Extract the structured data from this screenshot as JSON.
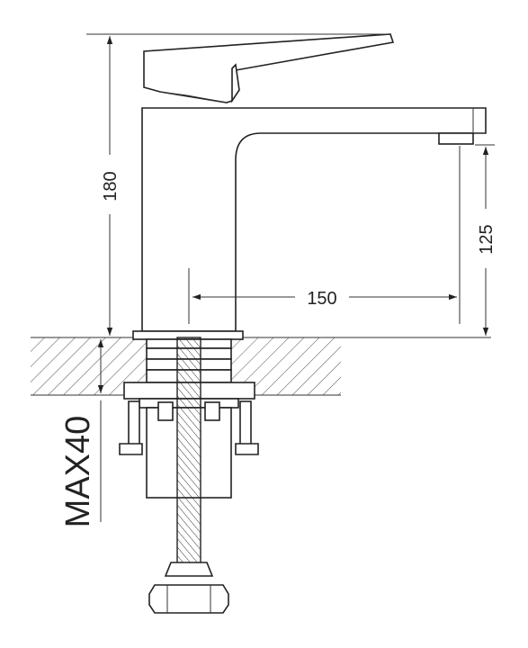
{
  "dimensions": {
    "height_total": "180",
    "spout_height": "125",
    "spout_reach": "150",
    "max_mount_thickness": "MAX40"
  },
  "colors": {
    "line": "#222222",
    "background": "#ffffff"
  }
}
